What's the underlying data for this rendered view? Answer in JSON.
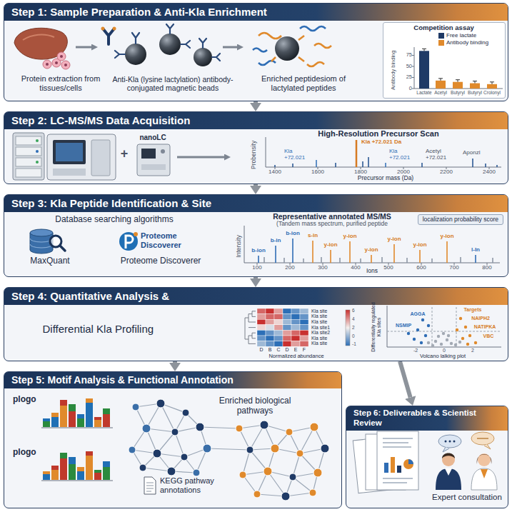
{
  "diagram": {
    "nodes": [
      {
        "text": [
          "Step 1: Sample Preparation & Anti-Kla Enrichment"
        ]
      },
      {
        "text": [
          "Competition assay"
        ],
        "in": 0
      },
      {
        "text": [
          "Step 2: LC-MS/MS Data Acquisition"
        ]
      },
      {
        "text": [
          "Step 3: Kla Peptide Identification & Site"
        ]
      },
      {
        "text": [
          "localization probability score"
        ],
        "in": 3
      },
      {
        "text": [
          "Step 4: Quantitative Analysis &",
          "Differential Kla Profiling"
        ]
      },
      {
        "text": [
          "Step 5: Motif Analysis & Functional Annotation"
        ]
      },
      {
        "text": [
          "Step 6: Deliverables & Scientist Review"
        ]
      }
    ],
    "edges": [
      {
        "from": 0,
        "to": 2,
        "arrow": "to"
      },
      {
        "from": 2,
        "to": 3,
        "arrow": "to"
      },
      {
        "from": 3,
        "to": 5,
        "arrow": "to"
      },
      {
        "from": 5,
        "to": 6,
        "arrow": "to"
      },
      {
        "from": 5,
        "to": 7,
        "arrow": "to"
      }
    ],
    "labels": [
      "Protein extraction from tissues/cells",
      "Anti-Kla (lysine lactylation) antibody-conjugated magnetic beads",
      "Enriched peptidesiom of lactylated peptides",
      "Antibody binding",
      "75",
      "50",
      "25",
      "0",
      "Lactate",
      "Acetyl",
      "Butyryl",
      "Butyryl",
      "Crolonyl",
      "nanoLC",
      "+",
      "High-Resolution Precursor Scan",
      "Probensity",
      "Kla +72.021 Da",
      "Kla +72.021",
      "Kla +72.021",
      "Acetyl +72.021",
      "Aponzl",
      "1400",
      "1600",
      "1800",
      "2000",
      "2200",
      "2400",
      "Precursor mass (Da)",
      "Database searching algorithms",
      "MaxQuant",
      "Proteome Discoverer",
      "Proteome Discoverer",
      "Representative annotated MS/MS",
      "(Tandem mass spectrum, purified peptide",
      "Intensity",
      "b-ion",
      "b-in",
      "b-ion",
      "s-in",
      "y-ion",
      "y-ion",
      "y-ion",
      "y-ion",
      "y-ion",
      "y-ion",
      "l-In",
      "100",
      "200",
      "300",
      "400",
      "500",
      "600",
      "700",
      "800",
      "Ions",
      "Kla site",
      "Kla site",
      "Kla site",
      "Kla site1",
      "Kla site2",
      "Kla site",
      "Kla site",
      "D",
      "B",
      "C",
      "D",
      "E",
      "F",
      "6",
      "4",
      "2",
      "0",
      "-1",
      "Normalized abundance",
      "Differentially regulated Kla sites",
      "AGGA",
      "NSMIP",
      "Targets",
      "NAIPH2",
      "NATIPKA",
      "VBC",
      "-2",
      "0",
      "2",
      "Volcano lalking plot",
      "plogo",
      "plogo",
      "Enriched biological pathways",
      "KEGG pathway annotations",
      "Expert consultation"
    ],
    "legend": [
      {
        "text": "Free lactate",
        "color": "#1f3a66"
      },
      {
        "text": "Antibody binding",
        "color": "#e08a2c"
      }
    ]
  }
}
